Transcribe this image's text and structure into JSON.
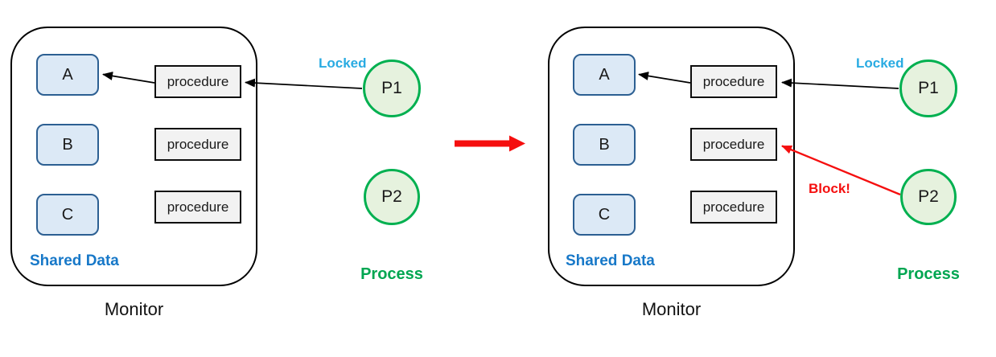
{
  "diagram": {
    "panels": [
      {
        "monitor_title": "Monitor",
        "shared_data_label": "Shared Data",
        "data_blocks": [
          "A",
          "B",
          "C"
        ],
        "procedures": [
          "procedure",
          "procedure",
          "procedure"
        ],
        "processes": [
          "P1",
          "P2"
        ],
        "locked_label": "Locked",
        "process_label": "Process"
      },
      {
        "monitor_title": "Monitor",
        "shared_data_label": "Shared Data",
        "data_blocks": [
          "A",
          "B",
          "C"
        ],
        "procedures": [
          "procedure",
          "procedure",
          "procedure"
        ],
        "processes": [
          "P1",
          "P2"
        ],
        "locked_label": "Locked",
        "process_label": "Process",
        "block_label": "Block!"
      }
    ],
    "colors": {
      "shared_data_text": "#1778c8",
      "locked_text": "#29abe2",
      "process_text": "#00a651",
      "block_text": "#f50f0f",
      "transition_arrow": "#f50f0f",
      "data_block_fill": "#dce9f6",
      "data_block_border": "#2c5f92",
      "procedure_fill": "#f2f2f2",
      "process_fill": "#e6f2de",
      "process_border": "#00b050"
    }
  }
}
